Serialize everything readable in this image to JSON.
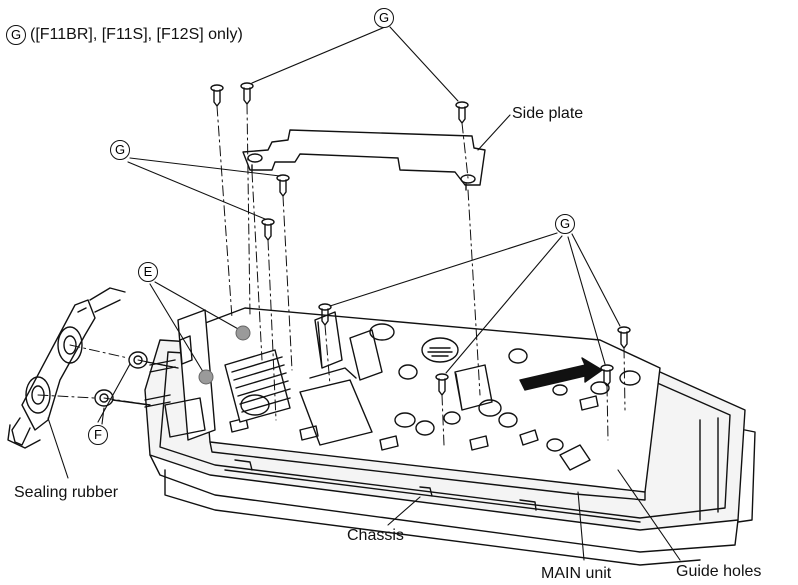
{
  "labels": {
    "g_note": "([F11BR], [F11S], [F12S] only)",
    "side_plate": "Side plate",
    "sealing_rubber": "Sealing rubber",
    "chassis": "Chassis",
    "main_unit": "MAIN unit",
    "guide_holes": "Guide holes"
  },
  "markers": {
    "g": "G",
    "e": "E",
    "f": "F"
  },
  "colors": {
    "line": "#111111",
    "board_fill": "#ffffff",
    "chassis_fill": "#f4f4f4",
    "dot": "#9a9a9a"
  }
}
